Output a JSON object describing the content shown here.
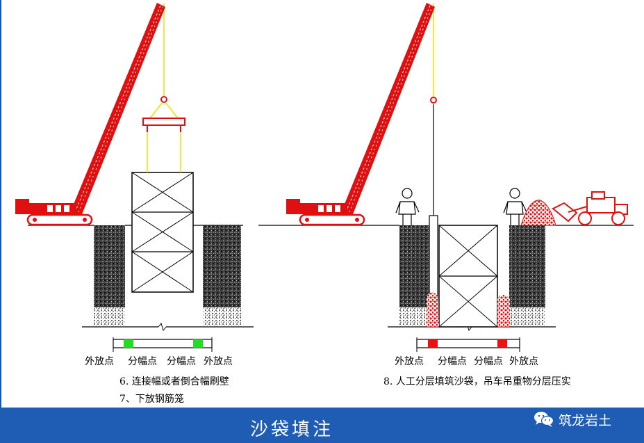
{
  "left_panel": {
    "point_labels": [
      "外放点",
      "分幅点",
      "分幅点",
      "外放点"
    ],
    "steps": [
      "6. 连接幅或者倒合幅刷壁",
      "7、下放钢筋笼"
    ],
    "marker_color": "#22dd22"
  },
  "right_panel": {
    "point_labels": [
      "外放点",
      "分幅点",
      "分幅点",
      "外放点"
    ],
    "step": "8. 人工分层填筑沙袋，吊车吊重物分层压实",
    "marker_color": "#ee1111"
  },
  "banner": {
    "title": "沙袋填注",
    "brand": "筑龙岩土",
    "background": "#1f5cb3"
  },
  "colors": {
    "crane": "#e01010",
    "cable": "#e6e600",
    "soil": "#222222",
    "sandbag": "#e01010"
  },
  "icons": [
    "crawler-crane-icon",
    "worker-icon",
    "loader-icon",
    "wechat-icon"
  ]
}
